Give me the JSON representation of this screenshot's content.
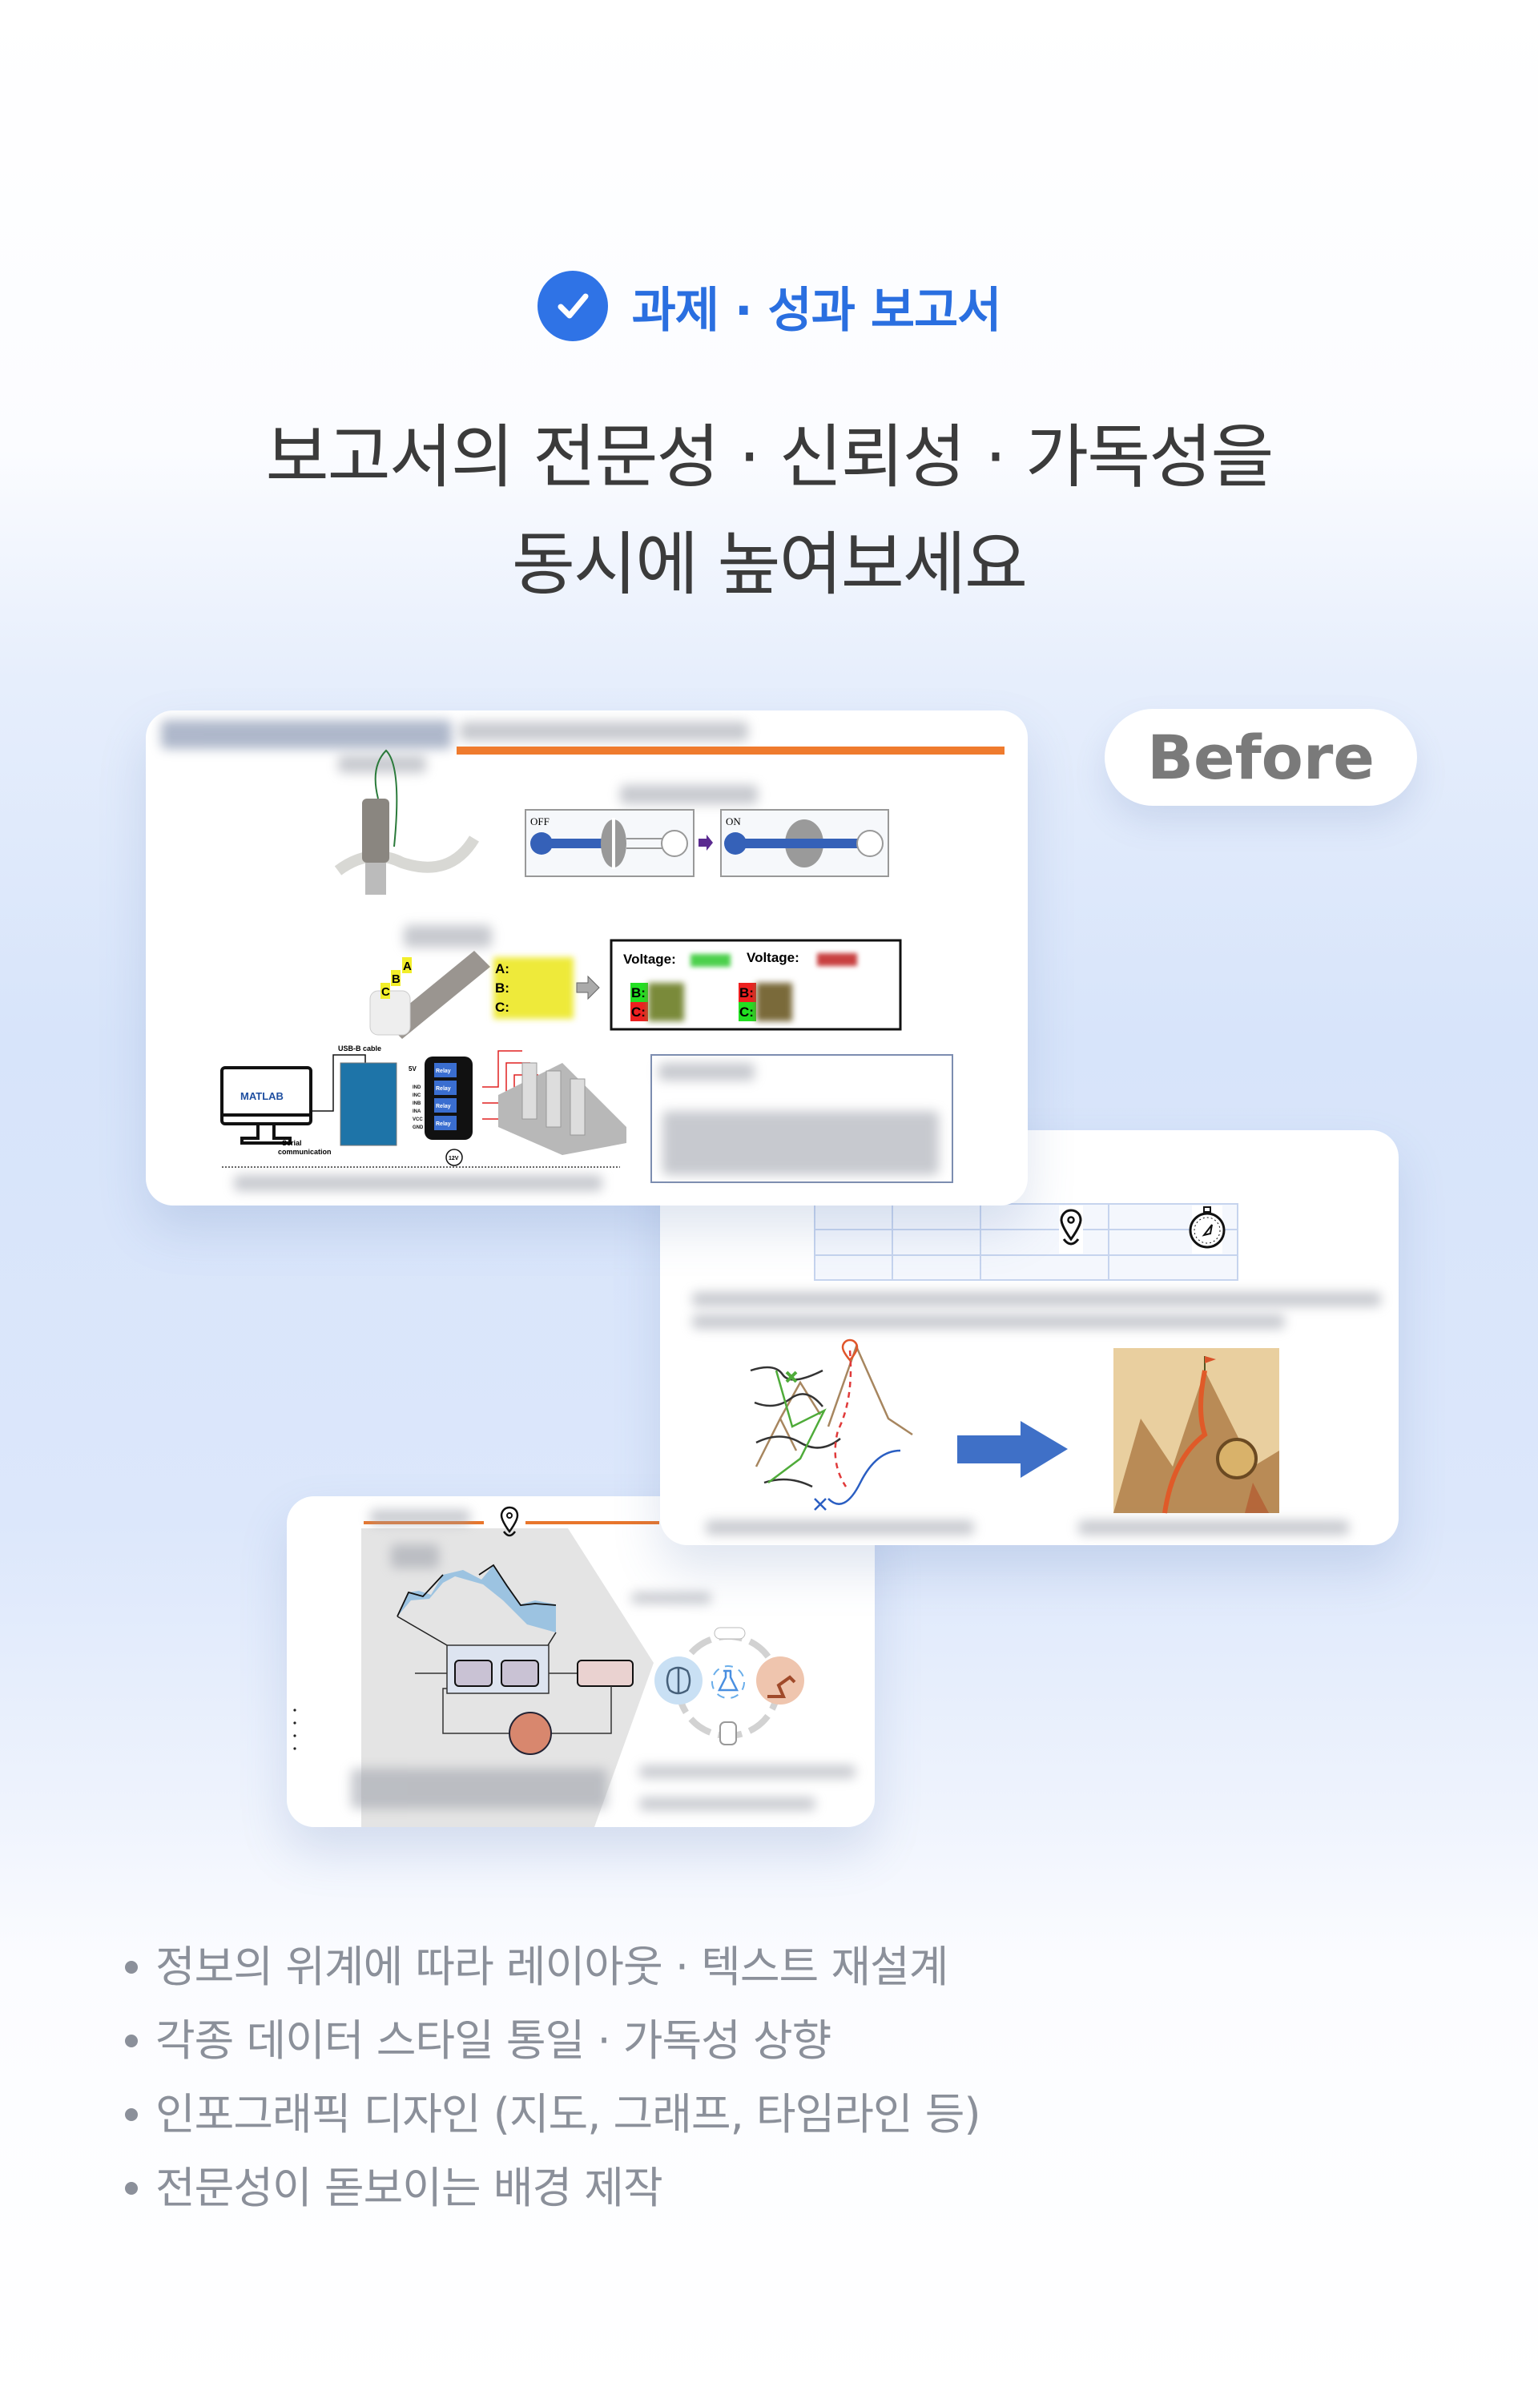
{
  "header": {
    "badge_icon": "check-circle-icon",
    "badge_label": "과제 · 성과 보고서",
    "headline_line1": "보고서의 전문성 · 신뢰성 · 가독성을",
    "headline_line2": "동시에 높여보세요",
    "accent_color": "#2f73e6"
  },
  "before_label": "Before",
  "card_solenoid": {
    "off_label": "OFF",
    "on_label": "ON",
    "abc_labels": [
      "A",
      "B",
      "C"
    ],
    "abc_list": [
      "A:",
      "B:",
      "C:"
    ],
    "voltage_label": "Voltage:",
    "b_label": "B:",
    "c_label": "C:",
    "usb_label": "USB-B cable",
    "serial_label": "Serial",
    "communication_label": "communication",
    "matlab_label": "MATLAB",
    "relay_label": "Relay",
    "pins": [
      "IND",
      "INC",
      "INB",
      "INA",
      "VCC",
      "GND"
    ],
    "v5_label": "5V",
    "v12_label": "12V"
  },
  "card_map": {
    "icons": [
      "map-pin-icon",
      "compass-icon",
      "arrow-right-icon"
    ]
  },
  "card_cycle": {
    "icons": [
      "map-pin-icon",
      "brain-icon",
      "flask-icon",
      "robot-arm-icon",
      "document-icon",
      "thumbs-up-icon"
    ]
  },
  "bullets": [
    "정보의 위계에 따라 레이아웃 · 텍스트 재설계",
    "각종 데이터 스타일 통일 · 가독성 상향",
    "인포그래픽 디자인 (지도, 그래프, 타임라인 등)",
    "전문성이 돋보이는 배경 제작"
  ]
}
